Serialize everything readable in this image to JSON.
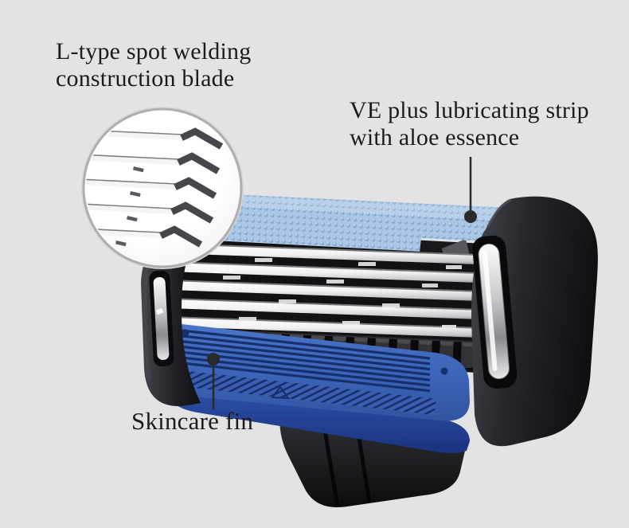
{
  "page": {
    "background": "#e3e3e4"
  },
  "labels": {
    "blade": {
      "line1": "L-type spot welding",
      "line2": "construction blade"
    },
    "strip": {
      "line1": "VE plus lubricating strip",
      "line2": "with aloe essence"
    },
    "fin": {
      "text": "Skincare fin"
    }
  },
  "colors": {
    "background": "#e3e3e4",
    "label_text": "#1c1c1c",
    "callout": "#2a2a2b",
    "lubricating_strip_blue": "#a9c6e5",
    "lubricating_strip_dot": "#86aad2",
    "strip_dot_highlight": "#cde0f2",
    "fin_blue": "#3b63b7",
    "fin_rib_dark": "#16306e",
    "navy_band": "#27459b",
    "housing_black": "#1e1f23",
    "blade_silver": "#f2f2f3"
  }
}
